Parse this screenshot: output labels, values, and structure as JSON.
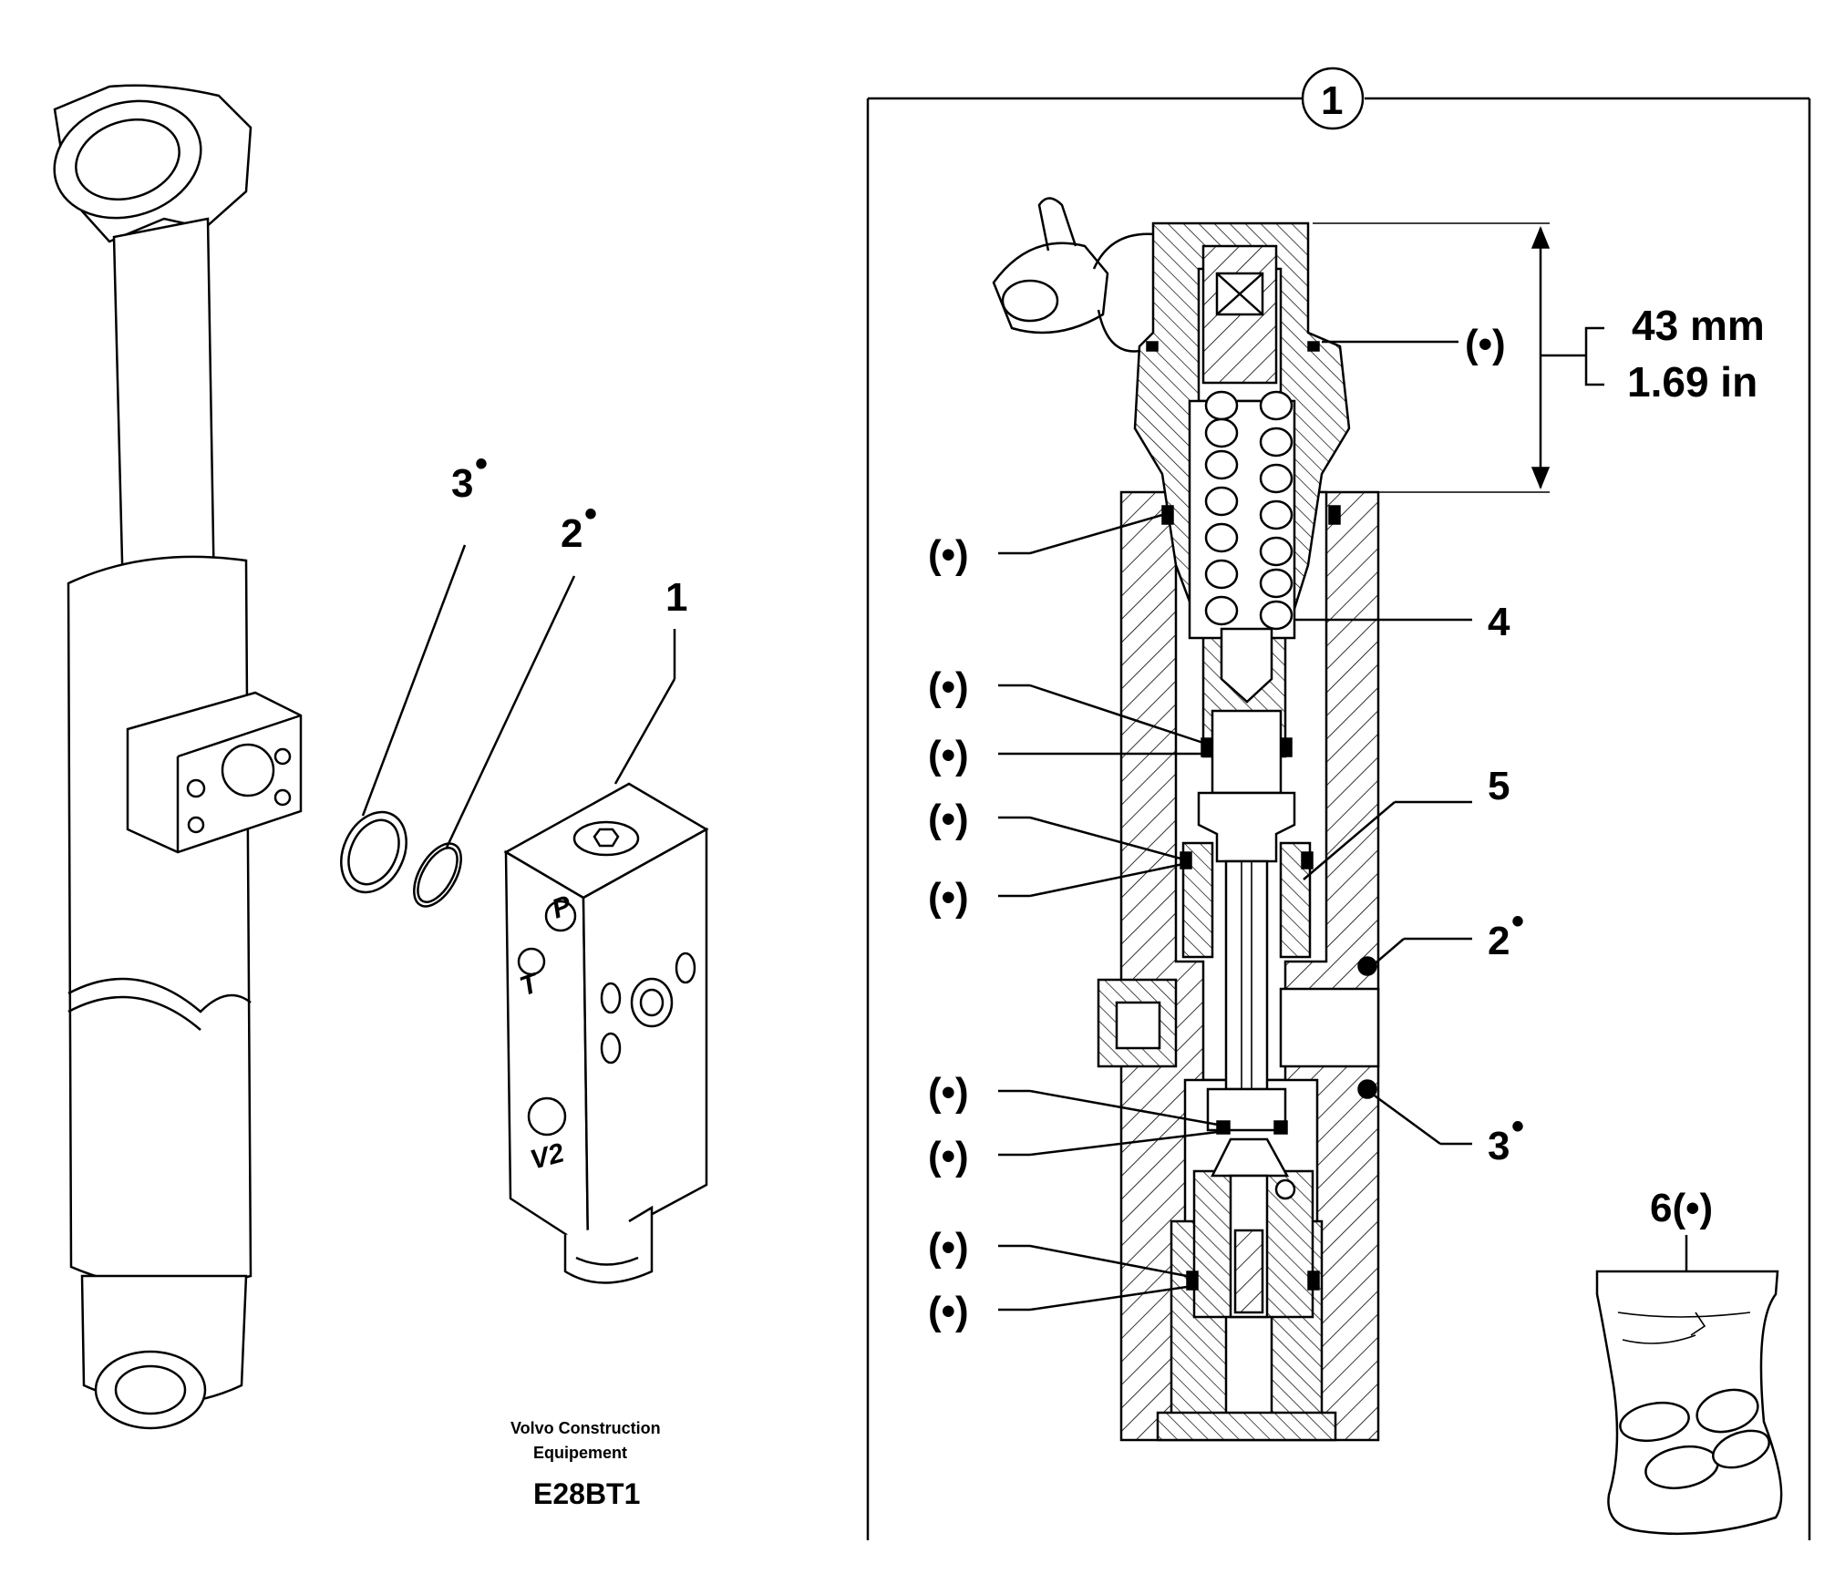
{
  "labels": {
    "left_3": "3",
    "left_2": "2",
    "left_1": "1",
    "detail_circle": "1",
    "dot": "(•)",
    "item_4": "4",
    "item_5": "5",
    "item_2": "2",
    "item_3": "3",
    "item_6": "6(•)",
    "bullet": "•"
  },
  "dimension": {
    "metric": "43 mm",
    "imperial": "1.69 in"
  },
  "ports": {
    "p": "P",
    "t": "T",
    "v2": "V2"
  },
  "maker": {
    "line1": "Volvo Construction",
    "line2": "Equipement",
    "code": "E28BT1"
  }
}
